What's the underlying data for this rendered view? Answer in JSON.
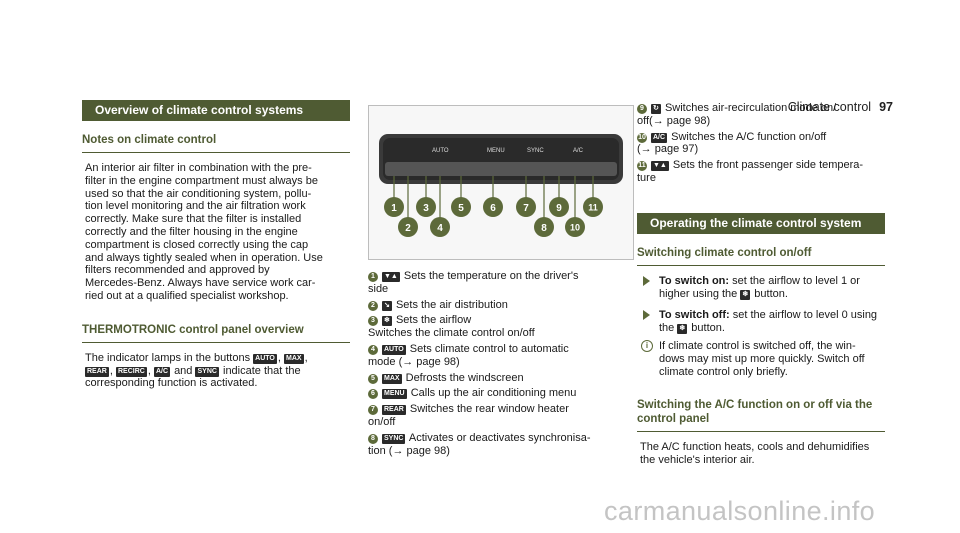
{
  "header": {
    "section": "Climate control",
    "page_number": "97"
  },
  "col1": {
    "section_title": "Overview of climate control systems",
    "notes_title": "Notes on climate control",
    "notes_lines": [
      "An interior air filter in combination with the pre-",
      "filter in the engine compartment must always be",
      "used so that the air conditioning system, pollu-",
      "tion level monitoring and the air filtration work",
      "correctly. Make sure that the filter is installed",
      "correctly and the filter housing in the engine",
      "compartment is closed correctly using the cap",
      "and always tightly sealed when in operation. Use",
      "filters recommended and approved by",
      "Mercedes-Benz. Always have service work car-",
      "ried out at a qualified specialist workshop."
    ],
    "thermo_title": "THERMOTRONIC control panel overview",
    "indicator": {
      "part1": "The indicator lamps in the buttons",
      "sym_auto": "AUTO",
      "sym_max": "MAX",
      "sym_rear": "REAR",
      "sym_recirc": "RECIRC",
      "sym_ac": "A/C",
      "and_word": "and",
      "sym_sync": "SYNC",
      "part2": "indicate that the",
      "line3": "corresponding function is activated."
    }
  },
  "panel": {
    "button_labels": [
      "AUTO",
      "MENU",
      "SYNC",
      "A/C"
    ],
    "callouts": [
      "1",
      "2",
      "3",
      "4",
      "5",
      "6",
      "7",
      "8",
      "9",
      "10",
      "11"
    ]
  },
  "col2": {
    "items": [
      {
        "num": "1",
        "sym": "▼▲",
        "lines": [
          "Sets the temperature on the driver's",
          "side"
        ]
      },
      {
        "num": "2",
        "sym": "↘",
        "lines": [
          "Sets the air distribution"
        ]
      },
      {
        "num": "3",
        "sym": "❄",
        "lines": [
          "Sets the airflow",
          "Switches the climate control on/off"
        ]
      },
      {
        "num": "4",
        "sym": "AUTO",
        "lines": [
          "Sets climate control to automatic",
          "mode (→ page 98)"
        ]
      },
      {
        "num": "5",
        "sym": "MAX",
        "lines": [
          "Defrosts the windscreen"
        ]
      },
      {
        "num": "6",
        "sym": "MENU",
        "lines": [
          "Calls up the air conditioning menu"
        ]
      },
      {
        "num": "7",
        "sym": "REAR",
        "lines": [
          "Switches the rear window heater",
          "on/off"
        ]
      },
      {
        "num": "8",
        "sym": "SYNC",
        "lines": [
          "Activates or deactivates synchronisa-",
          "tion (→ page 98)"
        ]
      }
    ]
  },
  "col3": {
    "items": [
      {
        "num": "9",
        "sym": "↻",
        "lines": [
          "Switches air-recirculation mode on/",
          "off(→ page 98)"
        ]
      },
      {
        "num": "10",
        "sym": "A/C",
        "lines": [
          "Switches the A/C function on/off",
          "(→ page 97)"
        ]
      },
      {
        "num": "11",
        "sym": "▼▲",
        "lines": [
          "Sets the front passenger side tempera-",
          "ture"
        ]
      }
    ],
    "section_title": "Operating the climate control system",
    "sub1": "Switching climate control on/off",
    "on_label": "To switch on:",
    "on_lines": [
      "set the airflow to level 1 or",
      "higher using the",
      "button."
    ],
    "off_label": "To switch off:",
    "off_lines": [
      "set the airflow to level 0 using",
      "the",
      "button."
    ],
    "btn_sym": "❄",
    "note_lines": [
      "If climate control is switched off, the win-",
      "dows may mist up more quickly. Switch off",
      "climate control only briefly."
    ],
    "sub2_lines": [
      "Switching the A/C function on or off via the",
      "control panel"
    ],
    "final_lines": [
      "The A/C function heats, cools and dehumidifies",
      "the vehicle's interior air."
    ]
  },
  "watermark": "carmanualsonline.info"
}
